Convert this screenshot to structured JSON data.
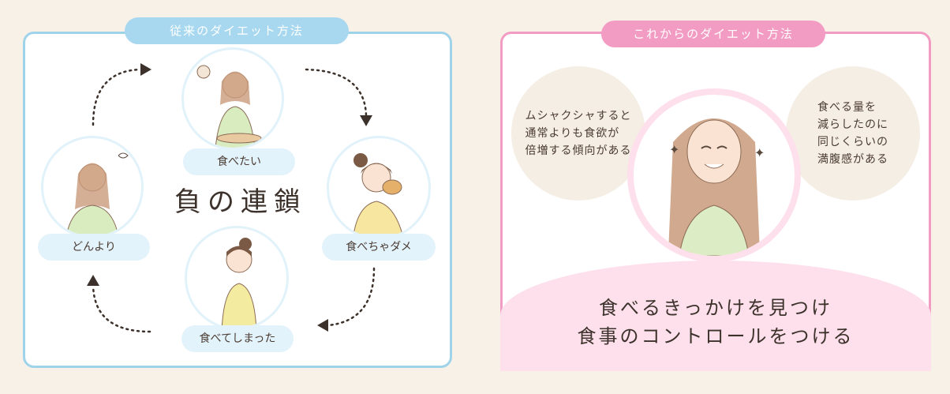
{
  "left_panel": {
    "badge": "従来のダイエット方法",
    "center_title": "負の連鎖",
    "steps": [
      {
        "label": "食べたい"
      },
      {
        "label": "食べちゃダメ"
      },
      {
        "label": "食べてしまった"
      },
      {
        "label": "どんより"
      }
    ]
  },
  "right_panel": {
    "badge": "これからのダイエット方法",
    "bubble_left": "ムシャクシャすると\n通常よりも食欲が\n倍増する傾向がある",
    "bubble_right": "食べる量を\n減らしたのに\n同じくらいの\n満腹感がある",
    "message_line1": "食べるきっかけを見つけ",
    "message_line2": "食事のコントロールをつける"
  },
  "colors": {
    "blue_accent": "#a7d8ef",
    "pink_accent": "#f39cc3",
    "background": "#f8f1e8"
  }
}
